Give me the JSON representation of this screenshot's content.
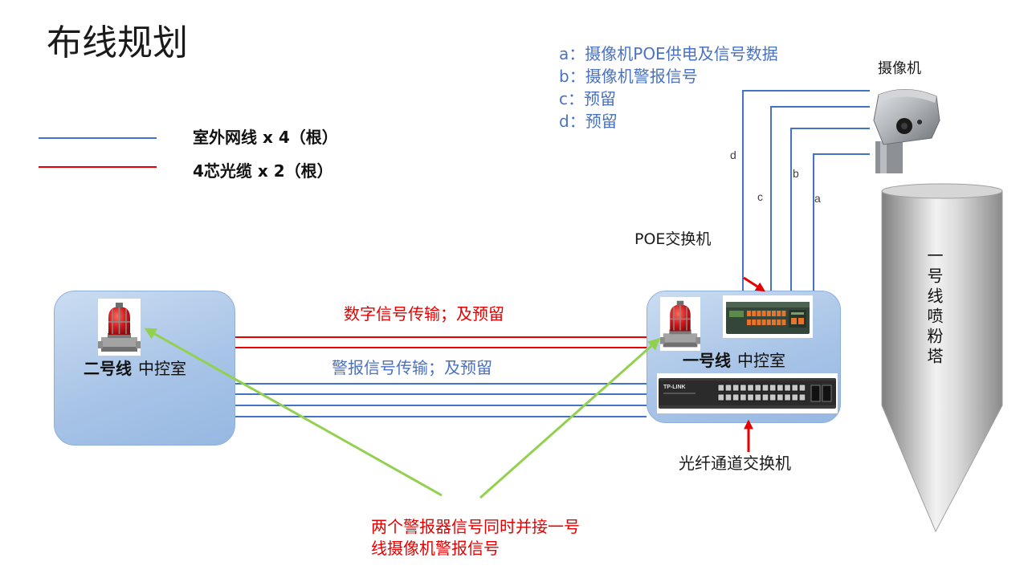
{
  "title": "布线规划",
  "legend": [
    {
      "label": "室外网线 x 4（根）",
      "color": "#4472c4"
    },
    {
      "label": "4芯光缆 x 2（根）",
      "color": "#e60000"
    }
  ],
  "signal_list": [
    "a：摄像机POE供电及信号数据",
    "b：摄像机警报信号",
    "c：预留",
    "d：预留"
  ],
  "camera": {
    "label": "摄像机"
  },
  "wire_labels": {
    "a": "a",
    "b": "b",
    "c": "c",
    "d": "d"
  },
  "poe_switch": {
    "label": "POE交换机"
  },
  "room_2": {
    "line": "二号线",
    "name": "中控室"
  },
  "room_1": {
    "line": "一号线",
    "name": "中控室"
  },
  "link": {
    "fiber_label": "数字信号传输；及预留",
    "network_label": "警报信号传输；及预留"
  },
  "fiber_switch": {
    "label": "光纤通道交换机",
    "brand": "TP-LINK"
  },
  "tower": {
    "label": "一号线喷粉塔"
  },
  "note": [
    "两个警报器信号同时并接一号",
    "线摄像机警报信号"
  ],
  "colors": {
    "network": "#4472c4",
    "fiber": "#e60000",
    "annotation": "#92d050",
    "signal_text": "#4a72c0",
    "room_fill": "#a8c4e7"
  }
}
